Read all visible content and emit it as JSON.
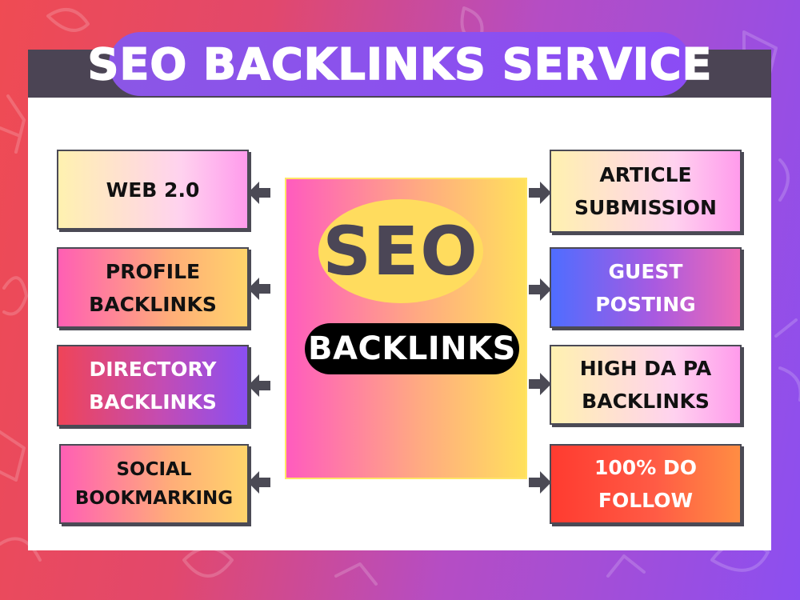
{
  "title": "SEO BACKLINKS SERVICE",
  "center": {
    "seo": "SEO",
    "backlinks": "BACKLINKS"
  },
  "left_boxes": [
    {
      "lines": [
        "WEB 2.0"
      ]
    },
    {
      "lines": [
        "PROFILE",
        "BACKLINKS"
      ]
    },
    {
      "lines": [
        "DIRECTORY",
        "BACKLINKS"
      ]
    },
    {
      "lines": [
        "SOCIAL",
        "BOOKMARKING"
      ]
    }
  ],
  "right_boxes": [
    {
      "lines": [
        "ARTICLE",
        "SUBMISSION"
      ]
    },
    {
      "lines": [
        "GUEST",
        "POSTING"
      ]
    },
    {
      "lines": [
        "HIGH DA PA",
        "BACKLINKS"
      ]
    },
    {
      "lines": [
        "100% DO",
        "FOLLOW"
      ]
    }
  ],
  "colors": {
    "panel_header": "#4b4454",
    "title_pill": "#8b4cf5",
    "seo_oval": "#ffdc5e",
    "seo_text": "#4b4656",
    "backlinks_pill": "#000000",
    "arrow": "#4b4a55"
  }
}
